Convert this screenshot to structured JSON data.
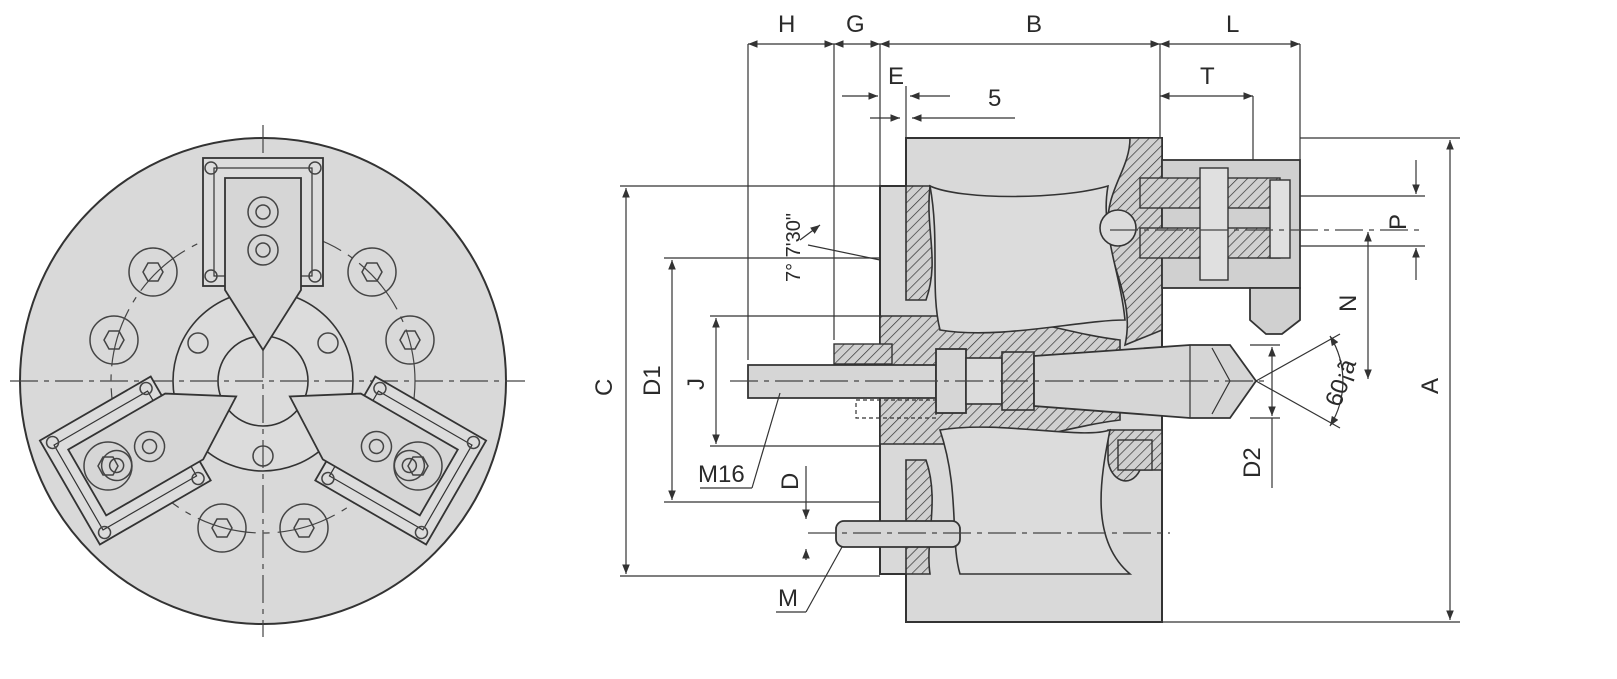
{
  "figure": {
    "dimension_labels": {
      "H": "H",
      "G": "G",
      "B": "B",
      "L": "L",
      "E": "E",
      "five": "5",
      "T": "T",
      "angle": "7°  7'30\"",
      "P": "P",
      "N": "N",
      "A": "A",
      "C": "C",
      "D1": "D1",
      "J": "J",
      "M16": "M16",
      "D": "D",
      "D2": "D2",
      "M": "M",
      "cone": "60¡ã"
    },
    "colors": {
      "body_fill": "#d9d9d9",
      "line": "#333333",
      "background": "#ffffff"
    }
  }
}
